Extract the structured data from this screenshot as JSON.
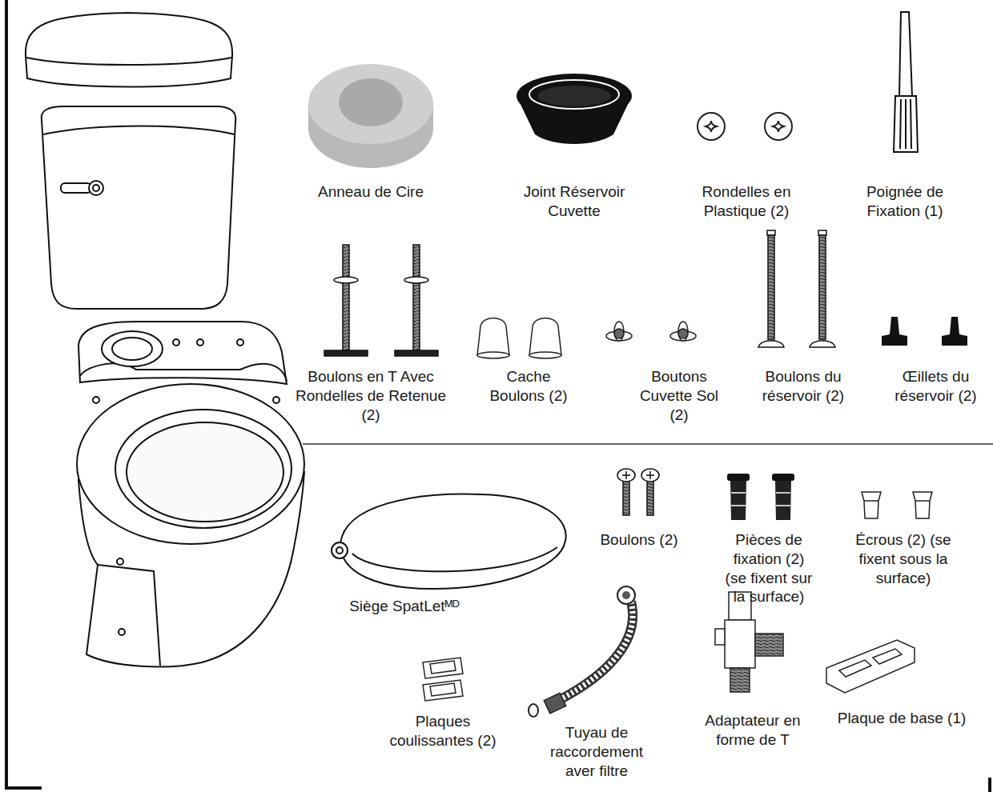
{
  "diagram": {
    "labels": [
      "Anneau de Cire",
      "Joint Réservoir Cuvette",
      "Rondelles en Plastique (2)",
      "Poignée de Fixation (1)",
      "Boulons en T Avec Rondelles de Retenue (2)",
      "Cache Boulons (2)",
      "Boutons Cuvette Sol (2)",
      "Boulons du réservoir (2)",
      "Œillets du réservoir (2)",
      "Boulons (2)",
      "Pièces de fixation (2) (se fixent sur la surface)",
      "Écrous (2) (se fixent sous la surface)",
      "Siège SpatLetᴹᴰ",
      "Plaques coulissantes (2)",
      "Tuyau de raccordement aver filtre",
      "Adaptateur en forme de T",
      "Plaque de base (1)"
    ]
  }
}
